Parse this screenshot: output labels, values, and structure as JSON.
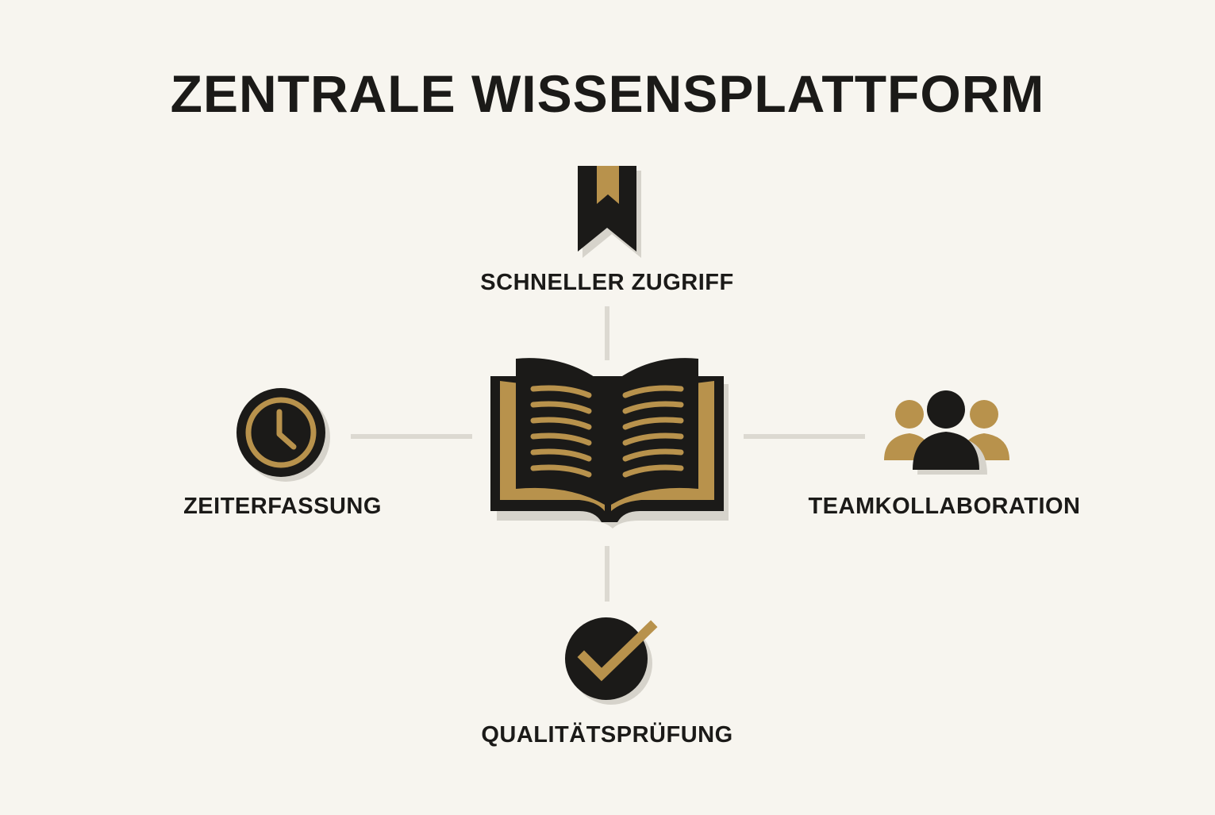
{
  "title": "ZENTRALE WISSENSPLATTFORM",
  "colors": {
    "background": "#f7f5ef",
    "dark": "#1b1a18",
    "gold": "#b8924c",
    "shadow": "#d6d3cb",
    "connector": "#dcd9d1"
  },
  "center": {
    "icon": "open-book-icon"
  },
  "nodes": {
    "top": {
      "label": "SCHNELLER ZUGRIFF",
      "icon": "bookmark-icon"
    },
    "left": {
      "label": "ZEITERFASSUNG",
      "icon": "clock-icon"
    },
    "right": {
      "label": "TEAMKOLLABORATION",
      "icon": "team-icon"
    },
    "bottom": {
      "label": "QUALITÄTSPRÜFUNG",
      "icon": "checkmark-icon"
    }
  }
}
